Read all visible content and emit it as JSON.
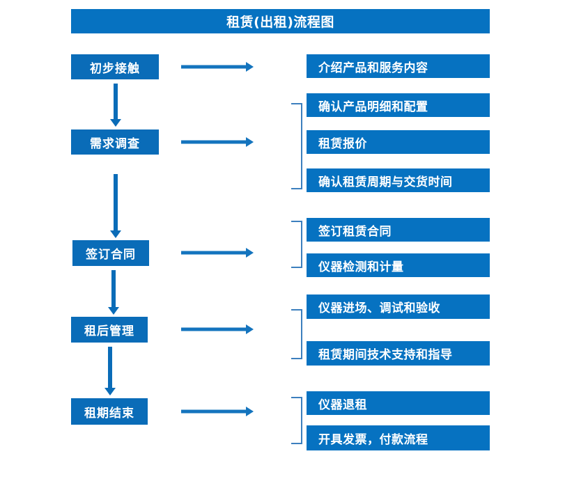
{
  "chart_data": {
    "type": "diagram",
    "title": "租赁(出租)流程图",
    "diagram_kind": "flowchart",
    "orientation": "vertical-with-branches",
    "stages": [
      {
        "label": "初步接触",
        "details": [
          "介绍产品和服务内容"
        ]
      },
      {
        "label": "需求调查",
        "details": [
          "确认产品明细和配置",
          "租赁报价",
          "确认租赁周期与交货时间"
        ]
      },
      {
        "label": "签订合同",
        "details": [
          "签订租赁合同",
          "仪器检测和计量"
        ]
      },
      {
        "label": "租后管理",
        "details": [
          "仪器进场、调试和验收",
          "租赁期间技术支持和指导"
        ]
      },
      {
        "label": "租期结束",
        "details": [
          "仪器退租",
          "开具发票，付款流程"
        ]
      }
    ],
    "colors": {
      "title_bar": "#0672C1",
      "stage_box": "#0A6CB8",
      "detail_box": "#0672C1",
      "arrow": "#1474BE",
      "bracket": "#3C7FBE",
      "text": "#FFFFFF",
      "background": "#FFFFFF"
    }
  },
  "header": {
    "title": "租赁(出租)流程图"
  },
  "stages": [
    {
      "label": "初步接触"
    },
    {
      "label": "需求调查"
    },
    {
      "label": "签订合同"
    },
    {
      "label": "租后管理"
    },
    {
      "label": "租期结束"
    }
  ],
  "details": [
    {
      "label": "介绍产品和服务内容"
    },
    {
      "label": "确认产品明细和配置"
    },
    {
      "label": "租赁报价"
    },
    {
      "label": "确认租赁周期与交货时间"
    },
    {
      "label": "签订租赁合同"
    },
    {
      "label": "仪器检测和计量"
    },
    {
      "label": "仪器进场、调试和验收"
    },
    {
      "label": "租赁期间技术支持和指导"
    },
    {
      "label": "仪器退租"
    },
    {
      "label": "开具发票，付款流程"
    }
  ]
}
